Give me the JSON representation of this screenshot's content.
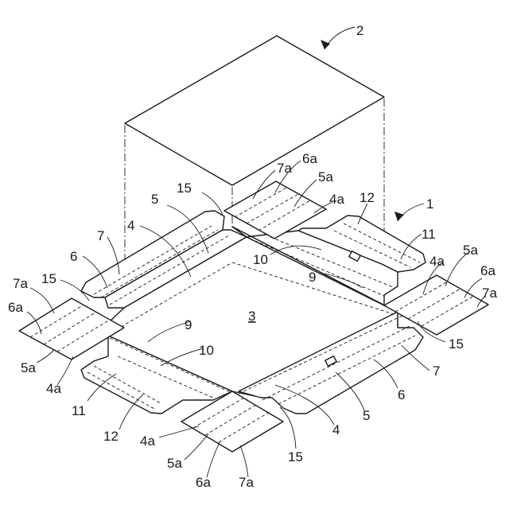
{
  "figure": {
    "labels": {
      "box": "2",
      "sheet": "1",
      "bottom": "3",
      "ref_15_tl": "15",
      "ref_5_top": "5",
      "ref_4_top": "4",
      "ref_7_left": "7",
      "ref_6_left": "6",
      "ref_15_left": "15",
      "ref_7a_left": "7a",
      "ref_6a_left": "6a",
      "ref_5a_left": "5a",
      "ref_4a_left": "4a",
      "ref_7a_topflap": "7a",
      "ref_6a_topflap": "6a",
      "ref_5a_topflap": "5a",
      "ref_4a_topflap": "4a",
      "ref_12_right": "12",
      "ref_11_right": "11",
      "ref_10_right": "10",
      "ref_9_right": "9",
      "ref_4a_right": "4a",
      "ref_5a_right": "5a",
      "ref_6a_right": "6a",
      "ref_7a_right": "7a",
      "ref_15_right": "15",
      "ref_7_bottom": "7",
      "ref_6_bottom": "6",
      "ref_5_bottom": "5",
      "ref_4_bottom": "4",
      "ref_15_bottom": "15",
      "ref_9_left": "9",
      "ref_10_left": "10",
      "ref_11_left": "11",
      "ref_12_left": "12",
      "ref_4a_bflap": "4a",
      "ref_5a_bflap": "5a",
      "ref_6a_bflap": "6a",
      "ref_7a_bflap": "7a"
    }
  }
}
